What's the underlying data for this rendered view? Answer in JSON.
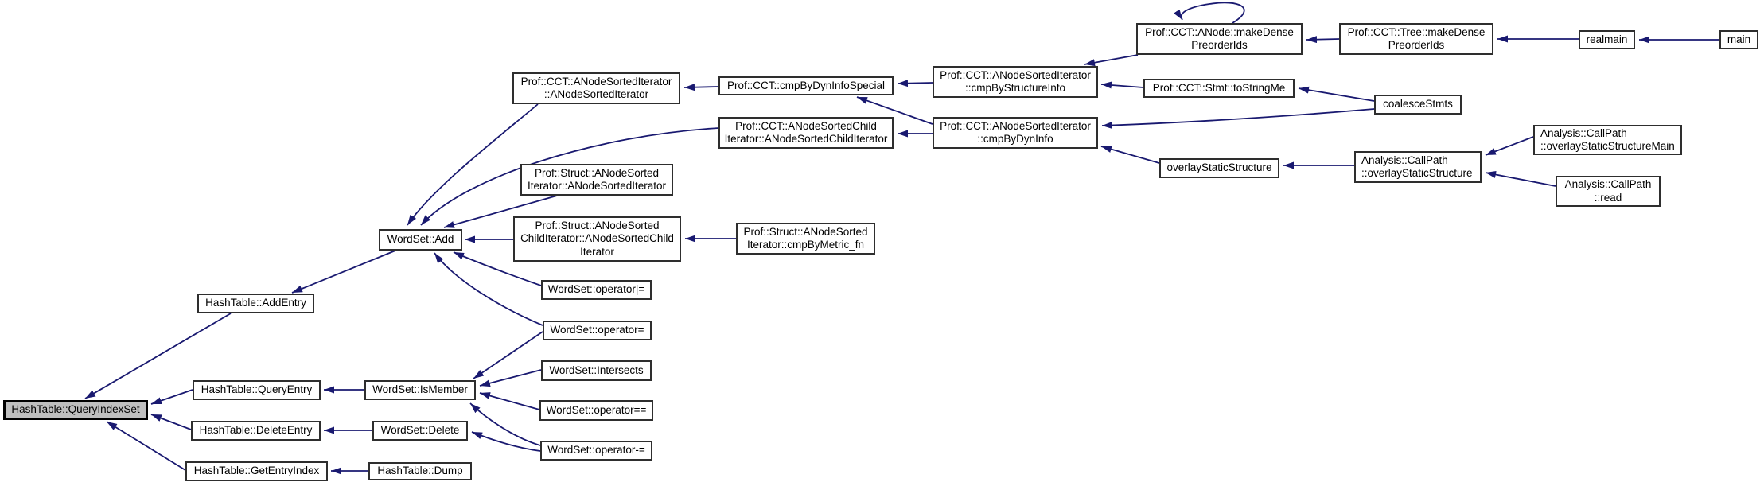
{
  "diagram": {
    "kind": "caller-graph",
    "highlighted_node": "HashTable::QueryIndexSet",
    "colors": {
      "edge": "#191970",
      "node_border": "#2e2e2e",
      "node_fill": "#ffffff",
      "highlight_fill": "#bfbfbf",
      "background": "#ffffff"
    },
    "nodes": [
      {
        "id": "hashtable-queryindexset",
        "label": "HashTable::QueryIndexSet"
      },
      {
        "id": "hashtable-addentry",
        "label": "HashTable::AddEntry"
      },
      {
        "id": "hashtable-queryentry",
        "label": "HashTable::QueryEntry"
      },
      {
        "id": "hashtable-deleteentry",
        "label": "HashTable::DeleteEntry"
      },
      {
        "id": "hashtable-getentryindex",
        "label": "HashTable::GetEntryIndex"
      },
      {
        "id": "hashtable-dump",
        "label": "HashTable::Dump"
      },
      {
        "id": "wordset-add",
        "label": "WordSet::Add"
      },
      {
        "id": "wordset-ismember",
        "label": "WordSet::IsMember"
      },
      {
        "id": "wordset-delete",
        "label": "WordSet::Delete"
      },
      {
        "id": "wordset-operator-or-eq",
        "label": "WordSet::operator|="
      },
      {
        "id": "wordset-operator-assign",
        "label": "WordSet::operator="
      },
      {
        "id": "wordset-intersects",
        "label": "WordSet::Intersects"
      },
      {
        "id": "wordset-operator-eq-eq",
        "label": "WordSet::operator=="
      },
      {
        "id": "wordset-operator-minus-eq",
        "label": "WordSet::operator-="
      },
      {
        "id": "cct-anodesortediterator-ctor",
        "label": "Prof::CCT::ANodeSortedIterator\n::ANodeSortedIterator"
      },
      {
        "id": "cct-cmpbydyninfospecial",
        "label": "Prof::CCT::cmpByDynInfoSpecial"
      },
      {
        "id": "cct-anodesortedchilditerator-ctor",
        "label": "Prof::CCT::ANodeSortedChild\nIterator::ANodeSortedChildIterator"
      },
      {
        "id": "struct-anodesortediterator-ctor",
        "label": "Prof::Struct::ANodeSorted\nIterator::ANodeSortedIterator"
      },
      {
        "id": "struct-anodesortedchilditerator-ctor",
        "label": "Prof::Struct::ANodeSorted\nChildIterator::ANodeSortedChild\nIterator"
      },
      {
        "id": "struct-cmpbymetric-fn",
        "label": "Prof::Struct::ANodeSorted\nIterator::cmpByMetric_fn"
      },
      {
        "id": "cct-cmpbystructureinfo",
        "label": "Prof::CCT::ANodeSortedIterator\n::cmpByStructureInfo"
      },
      {
        "id": "cct-cmpbydyninfo",
        "label": "Prof::CCT::ANodeSortedIterator\n::cmpByDynInfo"
      },
      {
        "id": "cct-stmt-tostringme",
        "label": "Prof::CCT::Stmt::toStringMe"
      },
      {
        "id": "cct-anode-makedensepreorderids",
        "label": "Prof::CCT::ANode::makeDense\nPreorderIds"
      },
      {
        "id": "cct-tree-makedensepreorderids",
        "label": "Prof::CCT::Tree::makeDense\nPreorderIds"
      },
      {
        "id": "realmain",
        "label": "realmain"
      },
      {
        "id": "main",
        "label": "main"
      },
      {
        "id": "coalescestmts",
        "label": "coalesceStmts"
      },
      {
        "id": "overlaystaticstructure",
        "label": "overlayStaticStructure"
      },
      {
        "id": "analysis-callpath-overlaystaticstructure",
        "label": "Analysis::CallPath\n::overlayStaticStructure"
      },
      {
        "id": "analysis-callpath-overlaystaticstructuremain",
        "label": "Analysis::CallPath\n::overlayStaticStructureMain"
      },
      {
        "id": "analysis-callpath-read",
        "label": "Analysis::CallPath\n::read"
      }
    ],
    "edges": [
      {
        "from": "hashtable-addentry",
        "to": "hashtable-queryindexset"
      },
      {
        "from": "hashtable-queryentry",
        "to": "hashtable-queryindexset"
      },
      {
        "from": "hashtable-deleteentry",
        "to": "hashtable-queryindexset"
      },
      {
        "from": "hashtable-getentryindex",
        "to": "hashtable-queryindexset"
      },
      {
        "from": "wordset-ismember",
        "to": "hashtable-queryentry"
      },
      {
        "from": "wordset-delete",
        "to": "hashtable-deleteentry"
      },
      {
        "from": "hashtable-dump",
        "to": "hashtable-getentryindex"
      },
      {
        "from": "wordset-add",
        "to": "hashtable-addentry"
      },
      {
        "from": "cct-anodesortediterator-ctor",
        "to": "wordset-add"
      },
      {
        "from": "cct-anodesortedchilditerator-ctor",
        "to": "wordset-add"
      },
      {
        "from": "struct-anodesortediterator-ctor",
        "to": "wordset-add"
      },
      {
        "from": "struct-anodesortedchilditerator-ctor",
        "to": "wordset-add"
      },
      {
        "from": "wordset-operator-or-eq",
        "to": "wordset-add"
      },
      {
        "from": "wordset-operator-assign",
        "to": "wordset-add"
      },
      {
        "from": "wordset-operator-assign",
        "to": "wordset-ismember"
      },
      {
        "from": "wordset-intersects",
        "to": "wordset-ismember"
      },
      {
        "from": "wordset-operator-eq-eq",
        "to": "wordset-ismember"
      },
      {
        "from": "wordset-operator-minus-eq",
        "to": "wordset-ismember"
      },
      {
        "from": "wordset-operator-minus-eq",
        "to": "wordset-delete"
      },
      {
        "from": "cct-cmpbydyninfospecial",
        "to": "cct-anodesortediterator-ctor"
      },
      {
        "from": "cct-cmpbystructureinfo",
        "to": "cct-cmpbydyninfospecial"
      },
      {
        "from": "cct-cmpbydyninfo",
        "to": "cct-cmpbydyninfospecial"
      },
      {
        "from": "cct-cmpbydyninfo",
        "to": "cct-anodesortedchilditerator-ctor"
      },
      {
        "from": "struct-cmpbymetric-fn",
        "to": "struct-anodesortedchilditerator-ctor"
      },
      {
        "from": "cct-anode-makedensepreorderids",
        "to": "cct-cmpbystructureinfo"
      },
      {
        "from": "cct-stmt-tostringme",
        "to": "cct-cmpbystructureinfo"
      },
      {
        "from": "cct-tree-makedensepreorderids",
        "to": "cct-anode-makedensepreorderids"
      },
      {
        "from": "cct-anode-makedensepreorderids",
        "to": "cct-anode-makedensepreorderids"
      },
      {
        "from": "realmain",
        "to": "cct-tree-makedensepreorderids"
      },
      {
        "from": "main",
        "to": "realmain"
      },
      {
        "from": "coalescestmts",
        "to": "cct-stmt-tostringme"
      },
      {
        "from": "coalescestmts",
        "to": "cct-cmpbydyninfo"
      },
      {
        "from": "overlaystaticstructure",
        "to": "cct-cmpbydyninfo"
      },
      {
        "from": "analysis-callpath-overlaystaticstructure",
        "to": "overlaystaticstructure"
      },
      {
        "from": "analysis-callpath-overlaystaticstructuremain",
        "to": "analysis-callpath-overlaystaticstructure"
      },
      {
        "from": "analysis-callpath-read",
        "to": "analysis-callpath-overlaystaticstructure"
      }
    ]
  }
}
